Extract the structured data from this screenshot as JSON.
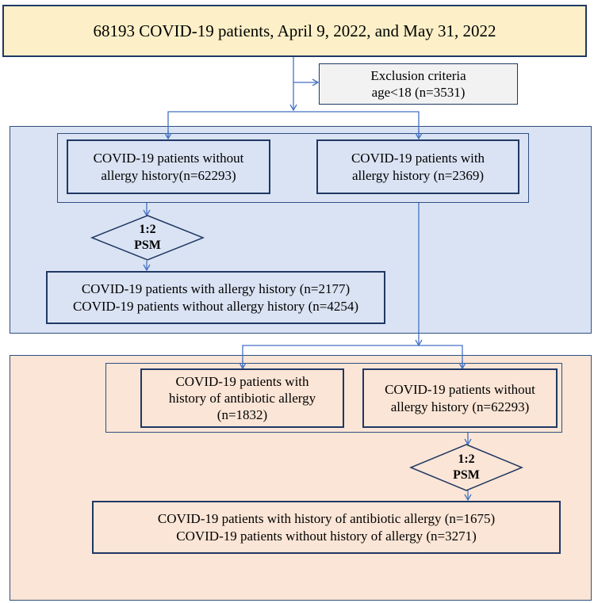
{
  "colors": {
    "title_fill": "#fdf0c8",
    "exclusion_fill": "#f2f2f2",
    "panel_blue": "#dae3f3",
    "panel_peach": "#fbe5d6",
    "border": "#1f3864",
    "arrow": "#4472c4"
  },
  "top": {
    "title": "68193 COVID-19 patients, April 9, 2022, and May 31, 2022",
    "exclusion": "Exclusion criteria\nage<18 (n=3531)"
  },
  "section1": {
    "without_allergy": "COVID-19 patients without\nallergy history(n=62293)",
    "with_allergy": "COVID-19 patients with\nallergy history (n=2369)",
    "psm_label": "1:2\nPSM",
    "matched": "COVID-19 patients with allergy history (n=2177)\nCOVID-19 patients without allergy history (n=4254)"
  },
  "section2": {
    "antibiotic_allergy": "COVID-19 patients with\nhistory of antibiotic allergy\n(n=1832)",
    "without_allergy": "COVID-19 patients without\nallergy history (n=62293)",
    "psm_label": "1:2\nPSM",
    "matched": "COVID-19 patients with history of antibiotic allergy (n=1675)\nCOVID-19 patients  without history of  allergy  (n=3271)"
  }
}
